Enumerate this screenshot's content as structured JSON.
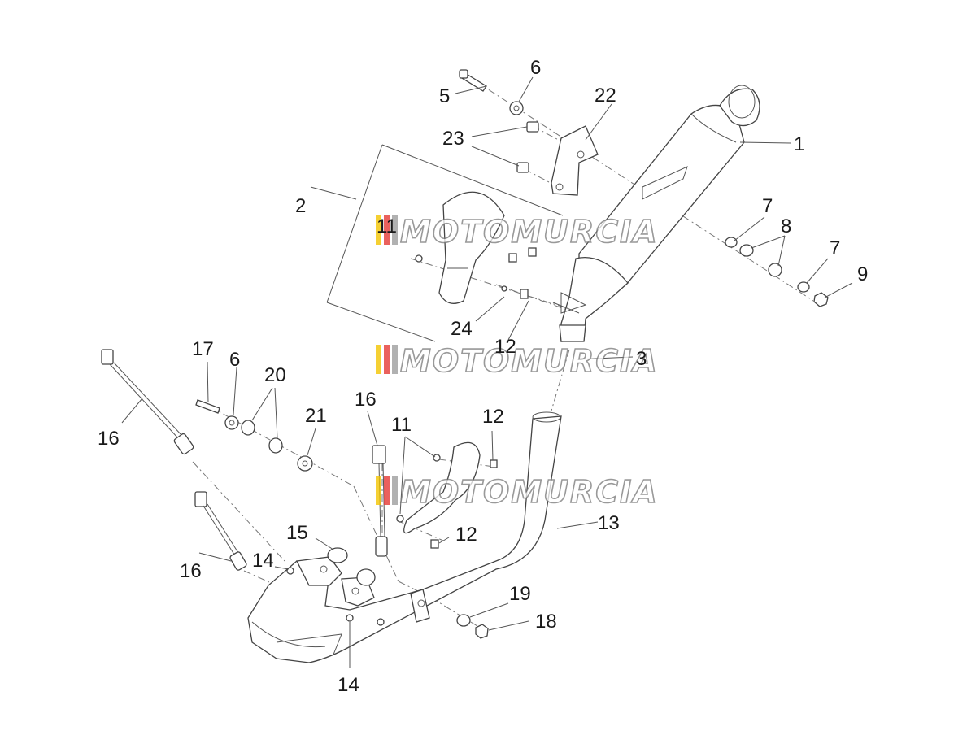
{
  "diagram": {
    "callouts": [
      {
        "id": "c1",
        "text": "1"
      },
      {
        "id": "c2",
        "text": "2"
      },
      {
        "id": "c3",
        "text": "3"
      },
      {
        "id": "c5",
        "text": "5"
      },
      {
        "id": "c6a",
        "text": "6"
      },
      {
        "id": "c6b",
        "text": "6"
      },
      {
        "id": "c7a",
        "text": "7"
      },
      {
        "id": "c7b",
        "text": "7"
      },
      {
        "id": "c8",
        "text": "8"
      },
      {
        "id": "c9",
        "text": "9"
      },
      {
        "id": "c11a",
        "text": "11"
      },
      {
        "id": "c11b",
        "text": "11"
      },
      {
        "id": "c12a",
        "text": "12"
      },
      {
        "id": "c12b",
        "text": "12"
      },
      {
        "id": "c12c",
        "text": "12"
      },
      {
        "id": "c13",
        "text": "13"
      },
      {
        "id": "c14a",
        "text": "14"
      },
      {
        "id": "c14b",
        "text": "14"
      },
      {
        "id": "c15",
        "text": "15"
      },
      {
        "id": "c16a",
        "text": "16"
      },
      {
        "id": "c16b",
        "text": "16"
      },
      {
        "id": "c16c",
        "text": "16"
      },
      {
        "id": "c17",
        "text": "17"
      },
      {
        "id": "c18",
        "text": "18"
      },
      {
        "id": "c19",
        "text": "19"
      },
      {
        "id": "c20",
        "text": "20"
      },
      {
        "id": "c21",
        "text": "21"
      },
      {
        "id": "c22",
        "text": "22"
      },
      {
        "id": "c23",
        "text": "23"
      },
      {
        "id": "c24",
        "text": "24"
      }
    ]
  },
  "watermark": {
    "text": "MOTOMURCIA",
    "stripe_colors": [
      "#f2c400",
      "#e53935",
      "#9e9e9e"
    ]
  }
}
